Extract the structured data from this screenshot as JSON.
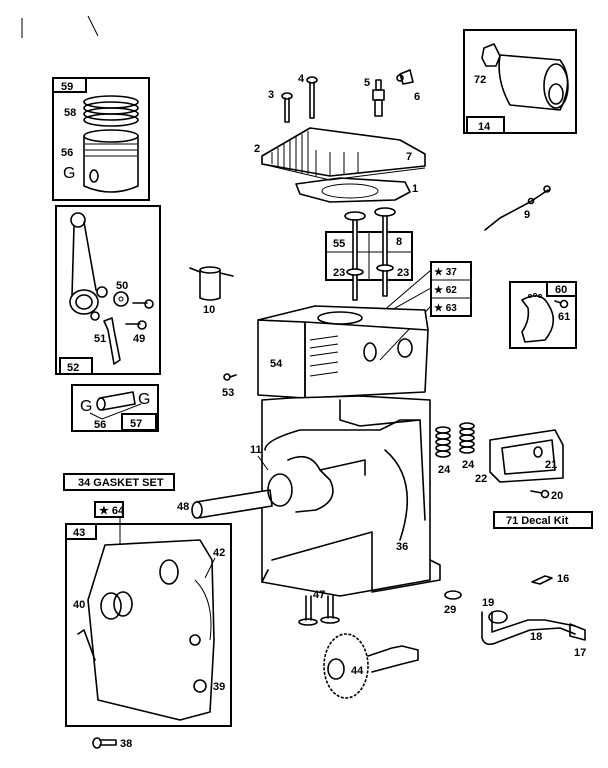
{
  "diagram": {
    "title": "Engine exploded parts diagram",
    "colors": {
      "ink": "#000000",
      "paper": "#ffffff"
    },
    "groups": {
      "piston_rings_box": {
        "box_label": "59",
        "parts": [
          "58",
          "56"
        ],
        "glyph": "G"
      },
      "connecting_rod_box": {
        "box_label": "52",
        "parts": [
          "50",
          "49",
          "51"
        ]
      },
      "piston_pin_box": {
        "box_label": "57",
        "parts": [
          "56"
        ],
        "glyph_left": "G",
        "glyph_right": "G"
      },
      "air_cleaner_box": {
        "box_label": "14",
        "parts": [
          "72"
        ]
      },
      "breaker_box": {
        "box_label": "60",
        "parts": [
          "61"
        ]
      },
      "valve_box": {
        "labels": [
          "55",
          "8",
          "23",
          "23"
        ]
      },
      "cylinder_kit_box": {
        "labels": [
          "★ 37",
          "★ 62",
          "★ 63"
        ]
      },
      "sump_box": {
        "box_label": "43",
        "top_label": "★ 64",
        "parts": [
          "42",
          "40",
          "39"
        ]
      }
    },
    "kits": {
      "gasket_set": "34  GASKET SET",
      "decal_kit": "71   Decal Kit"
    },
    "callouts": {
      "p1": "1",
      "p2": "2",
      "p3": "3",
      "p4": "4",
      "p5": "5",
      "p6": "6",
      "p7": "7",
      "p9": "9",
      "p10": "10",
      "p11": "11",
      "p16": "16",
      "p17": "17",
      "p18": "18",
      "p19": "19",
      "p20": "20",
      "p21": "21",
      "p22": "22",
      "p24a": "24",
      "p24b": "24",
      "p29": "29",
      "p36": "36",
      "p38": "38",
      "p44": "44",
      "p47": "47",
      "p48": "48",
      "p53": "53",
      "p54": "54"
    }
  }
}
